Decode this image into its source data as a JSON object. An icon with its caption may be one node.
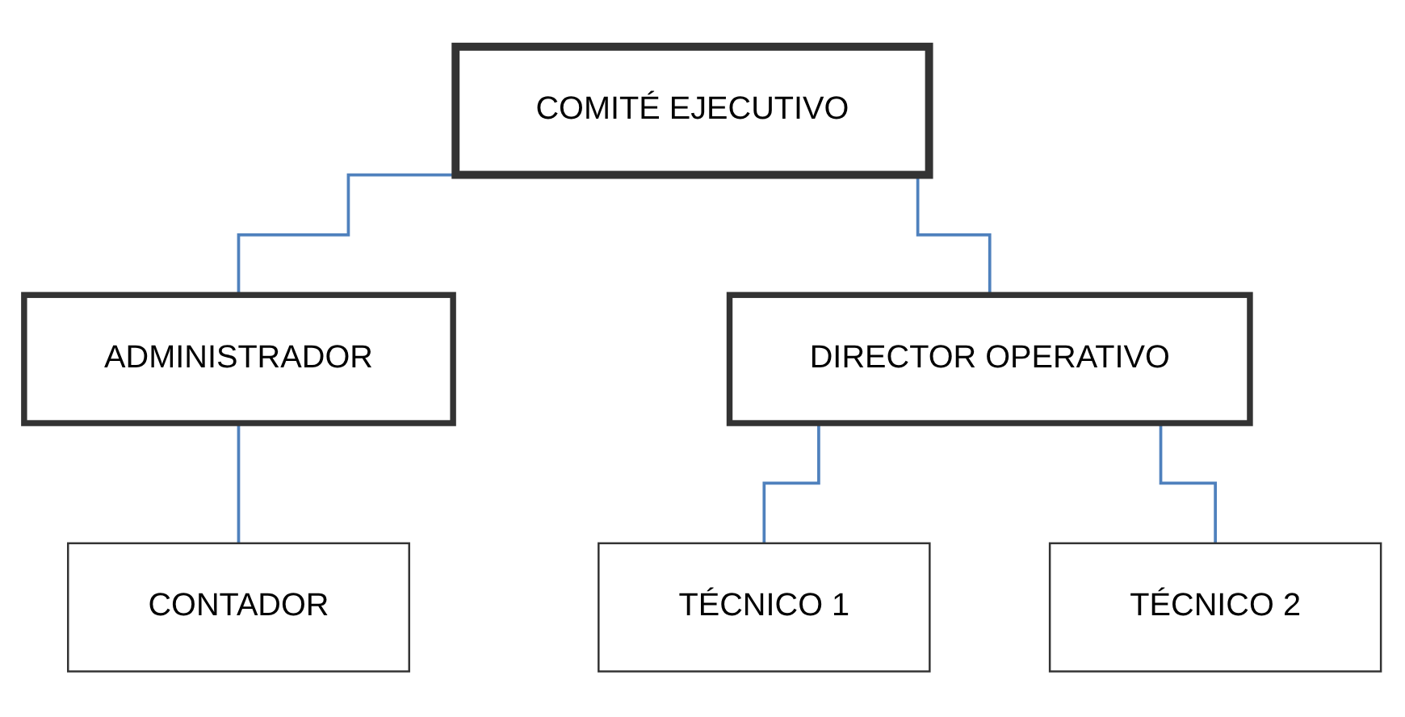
{
  "diagram": {
    "nodes": [
      {
        "text": [
          "COMITÉ EJECUTIVO"
        ]
      },
      {
        "text": [
          "ADMINISTRADOR"
        ]
      },
      {
        "text": [
          "DIRECTOR OPERATIVO"
        ]
      },
      {
        "text": [
          "CONTADOR"
        ]
      },
      {
        "text": [
          "TÉCNICO 1"
        ]
      },
      {
        "text": [
          "TÉCNICO 2"
        ]
      }
    ],
    "edges": [
      {
        "from": 0,
        "to": 1,
        "arrow": "none"
      },
      {
        "from": 0,
        "to": 2,
        "arrow": "none"
      },
      {
        "from": 1,
        "to": 3,
        "arrow": "none"
      },
      {
        "from": 2,
        "to": 4,
        "arrow": "none"
      },
      {
        "from": 2,
        "to": 5,
        "arrow": "none"
      }
    ]
  }
}
